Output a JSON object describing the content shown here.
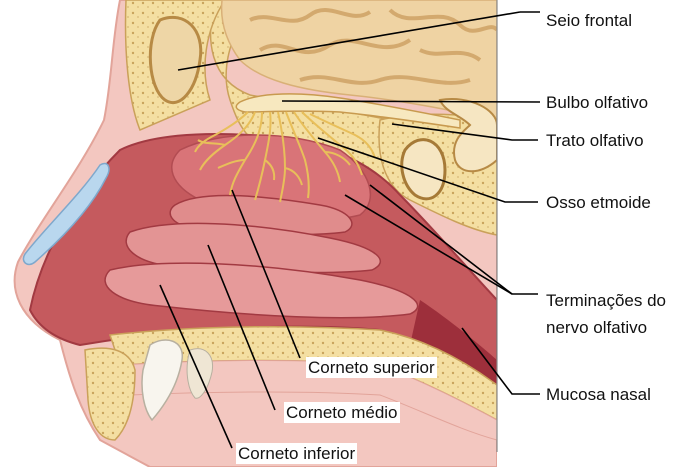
{
  "labels": {
    "seio_frontal": "Seio frontal",
    "bulbo_olfativo": "Bulbo olfativo",
    "trato_olfativo": "Trato olfativo",
    "osso_etmoide": "Osso etmoide",
    "terminacoes_line1": "Terminações do",
    "terminacoes_line2": "nervo olfativo",
    "mucosa_nasal": "Mucosa nasal",
    "corneto_superior": "Corneto superior",
    "corneto_medio": "Corneto médio",
    "corneto_inferior": "Corneto inferior"
  },
  "colors": {
    "skin": "#f3c7c0",
    "skin_edge": "#e2a49a",
    "bone": "#f2dc9c",
    "bone_dark": "#caa15a",
    "brain": "#efd3a3",
    "brain_fold": "#d9b077",
    "mucosa": "#c55a5e",
    "mucosa_light": "#e08c8c",
    "mucosa_dark": "#a23a42",
    "nerve": "#e8bf5a",
    "cartilage": "#b9d7ee",
    "leader": "#000000"
  }
}
